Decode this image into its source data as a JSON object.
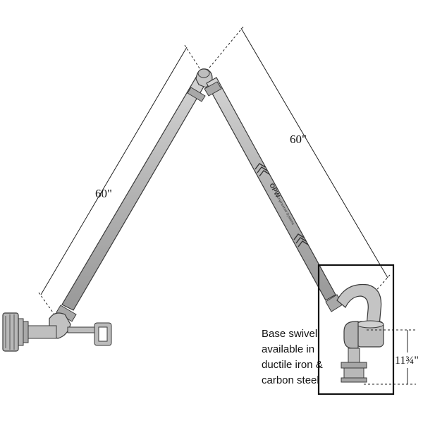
{
  "dimensions": {
    "left_arm": "60\"",
    "right_arm": "60\"",
    "base_height": "11¾\""
  },
  "callout": {
    "lines": [
      "Base swivel",
      "available in",
      "ductile iron &",
      "carbon steel"
    ]
  },
  "arm_branding": {
    "logo": "OPW",
    "tagline": "Engineered Systems"
  },
  "colors": {
    "arm_fill": "#b9b9b9",
    "outline": "#3a3a3a",
    "callout_box": "#111111"
  }
}
